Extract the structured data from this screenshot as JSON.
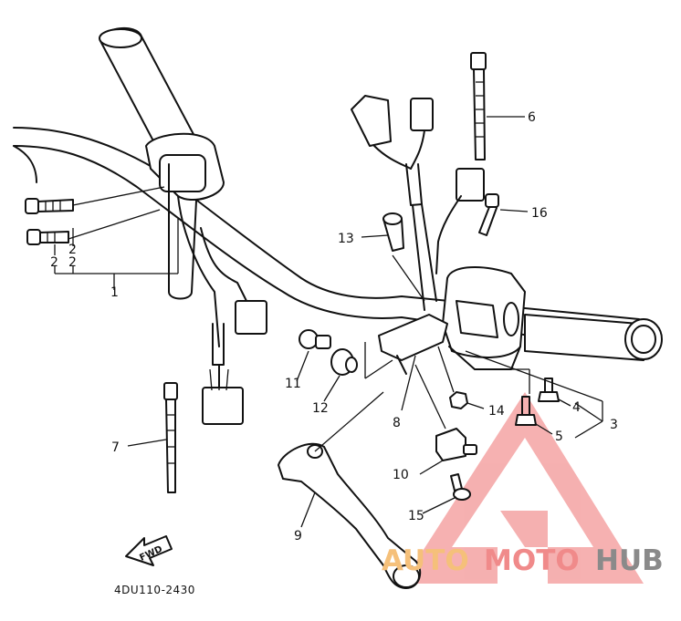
{
  "diagram": {
    "part_numbers": [
      "1",
      "2",
      "2",
      "2",
      "3",
      "4",
      "5",
      "6",
      "7",
      "8",
      "9",
      "10",
      "11",
      "12",
      "13",
      "14",
      "15",
      "16"
    ],
    "diagram_code": "4DU110-2430",
    "fwd_label": "FWD",
    "watermark": {
      "part1": "AUTO",
      "part2": "MOTO",
      "part3": "HUB",
      "colors": {
        "auto": "#f5c07a",
        "moto": "#f08a8a",
        "hub": "#8a8a8a",
        "logo": "#f4a3a3"
      }
    }
  }
}
